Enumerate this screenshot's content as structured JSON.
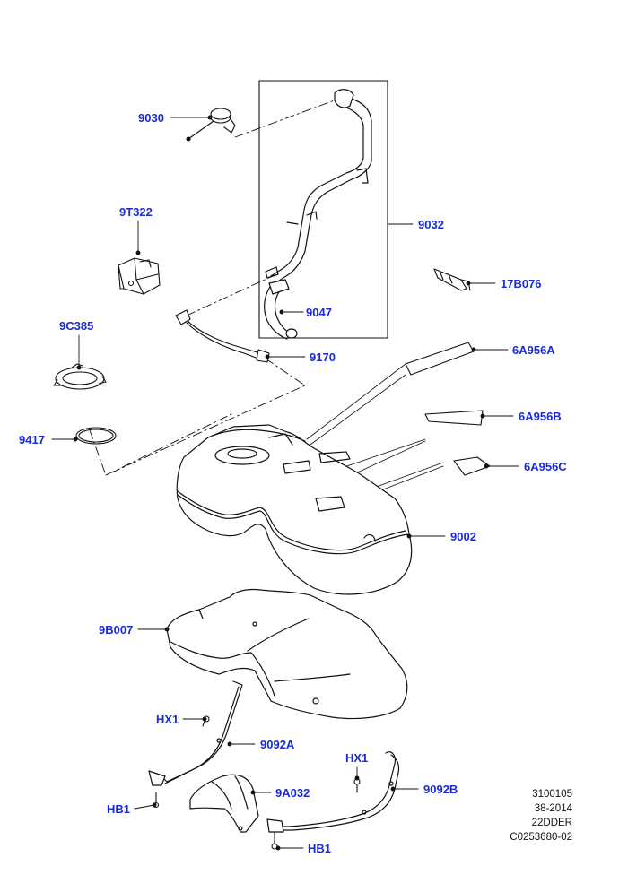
{
  "diagram": {
    "accent_color": "#1a2bd6",
    "line_color": "#111111",
    "parts": {
      "p9030": "9030",
      "p9T322": "9T322",
      "p9032": "9032",
      "p17B076": "17B076",
      "p9047": "9047",
      "p9C385": "9C385",
      "p9170": "9170",
      "p6A956A": "6A956A",
      "p6A956B": "6A956B",
      "p6A956C": "6A956C",
      "p9417": "9417",
      "p9002": "9002",
      "p9B007": "9B007",
      "pHX1a": "HX1",
      "p9092A": "9092A",
      "pHX1b": "HX1",
      "p9092B": "9092B",
      "p9A032": "9A032",
      "pHB1a": "HB1",
      "pHB1b": "HB1"
    },
    "reference": {
      "line1": "3100105",
      "line2": "38-2014",
      "line3": "22DDER",
      "line4": "C0253680-02"
    }
  }
}
